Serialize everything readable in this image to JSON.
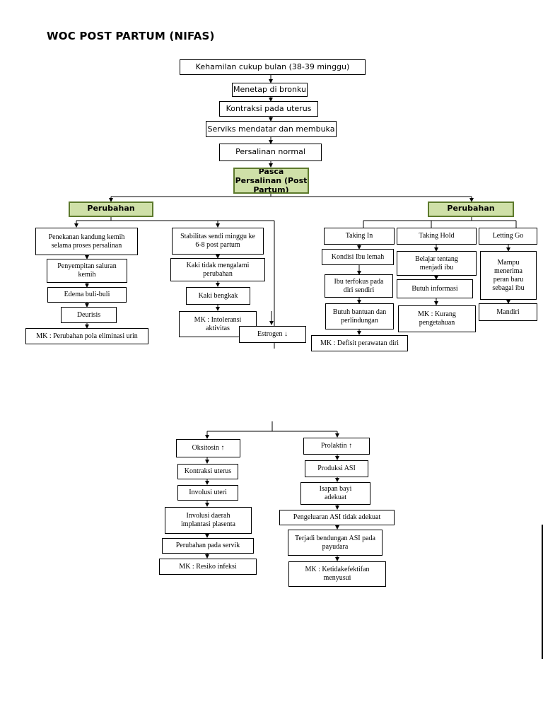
{
  "title": "WOC POST PARTUM (NIFAS)",
  "flow": {
    "kehamilan": "Kehamilan cukup bulan (38-39 minggu)",
    "menetap": "Menetap di bronku",
    "kontraksi": "Kontraksi pada uterus",
    "serviks": "Serviks mendatar dan membuka",
    "persalinan": "Persalinan normal",
    "pasca": "Pasca Persalinan (Post Partum)"
  },
  "left_header": "Perubahan",
  "right_header": "Perubahan",
  "left_col1": [
    "Penekanan kandung kemih selama proses persalinan",
    "Penyempitan saluran kemih",
    "Edema buli-buli",
    "Deurisis",
    "MK : Perubahan pola eliminasi urin"
  ],
  "left_col2": [
    "Stabilitas sendi minggu ke 6-8 post partum",
    "Kaki tidak mengalami perubahan",
    "Kaki bengkak",
    "MK : Intoleransi aktivitas"
  ],
  "estrogen": "Estrogen ↓",
  "taking_in": [
    "Taking In",
    "Kondisi Ibu lemah",
    "Ibu terfokus pada diri sendiri",
    "Butuh bantuan dan perlindungan",
    "MK : Defisit perawatan diri"
  ],
  "taking_hold": [
    "Taking Hold",
    "Belajar tentang menjadi ibu",
    "Butuh informasi",
    "MK : Kurang pengetahuan"
  ],
  "letting_go": [
    "Letting Go",
    "Mampu menerima peran baru sebagai ibu",
    "Mandiri"
  ],
  "bottom_left": [
    "Oksitosin ↑",
    "Kontraksi uterus",
    "Involusi uteri",
    "Involusi daerah implantasi plasenta",
    "Perubahan pada servik",
    "MK : Resiko infeksi"
  ],
  "bottom_right": [
    "Prolaktin ↑",
    "Produksi ASI",
    "Isapan bayi adekuat",
    "Pengeluaran ASI tidak adekuat",
    "Terjadi bendungan ASI pada payudara",
    "MK : Ketidakefektifan menyusui"
  ]
}
